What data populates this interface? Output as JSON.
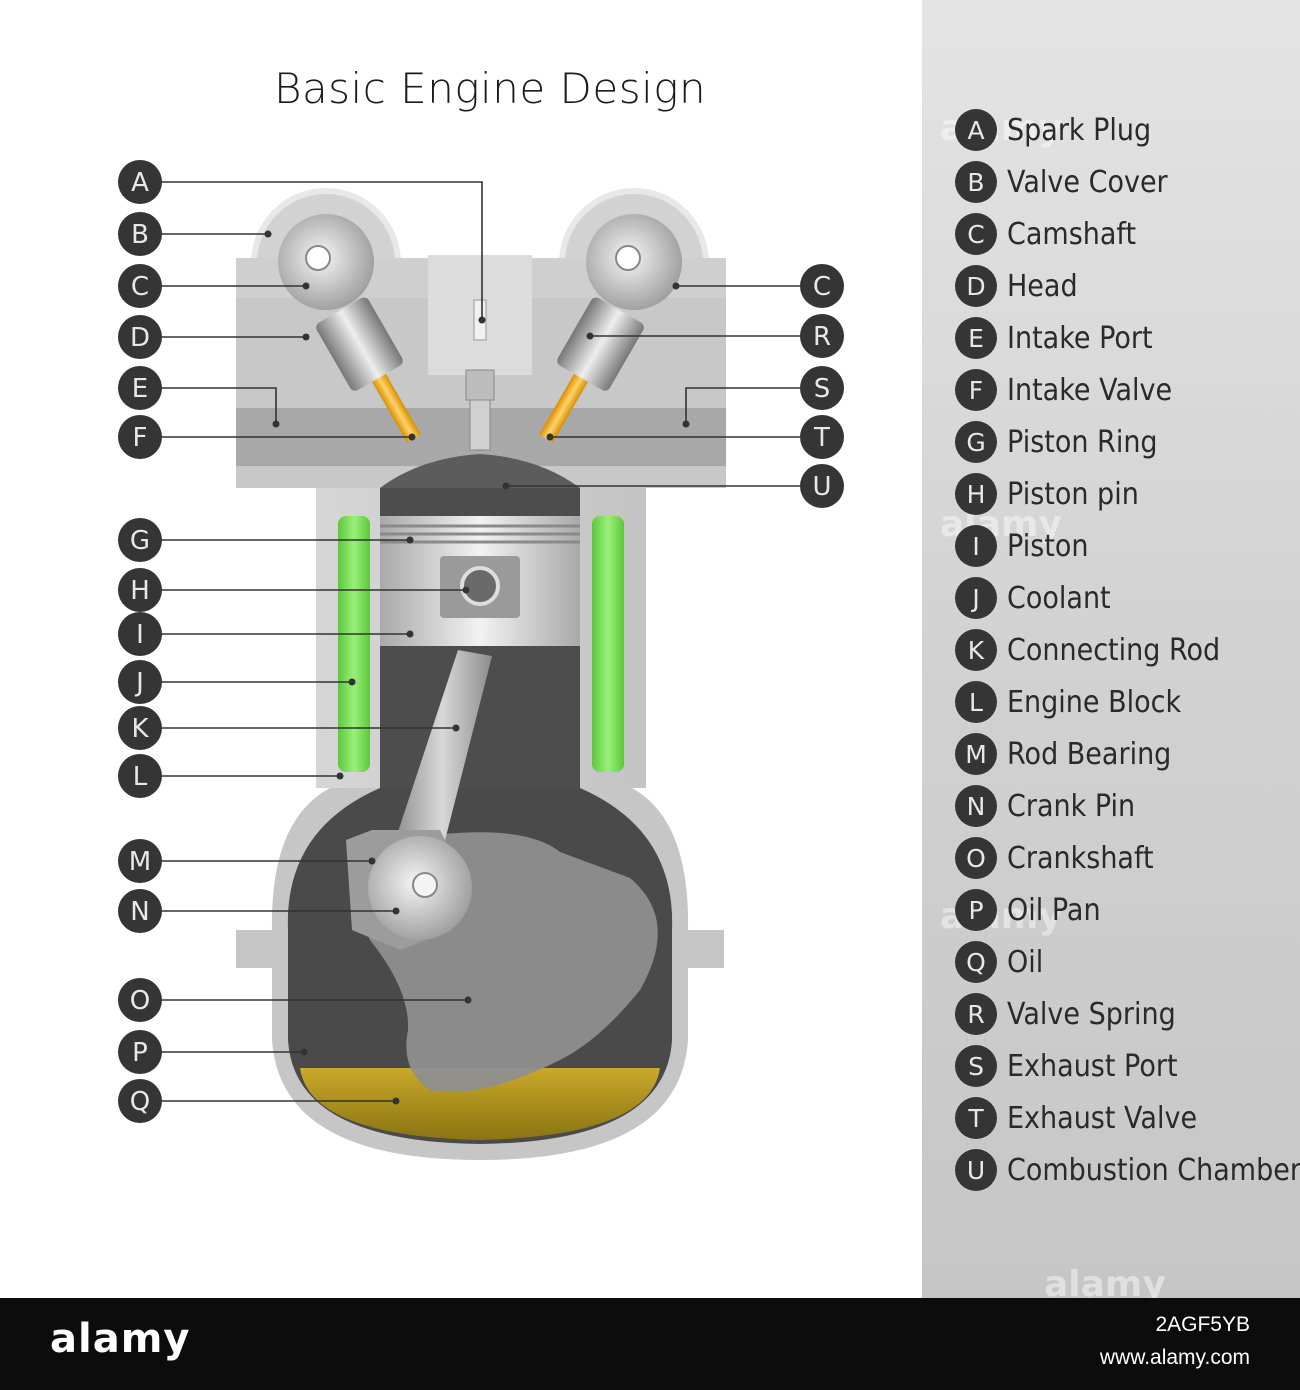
{
  "title": "Basic Engine Design",
  "legend": [
    {
      "letter": "A",
      "name": "Spark Plug"
    },
    {
      "letter": "B",
      "name": "Valve Cover"
    },
    {
      "letter": "C",
      "name": "Camshaft"
    },
    {
      "letter": "D",
      "name": "Head"
    },
    {
      "letter": "E",
      "name": "Intake Port"
    },
    {
      "letter": "F",
      "name": "Intake Valve"
    },
    {
      "letter": "G",
      "name": "Piston Ring"
    },
    {
      "letter": "H",
      "name": "Piston pin"
    },
    {
      "letter": "I",
      "name": "Piston"
    },
    {
      "letter": "J",
      "name": "Coolant"
    },
    {
      "letter": "K",
      "name": "Connecting Rod"
    },
    {
      "letter": "L",
      "name": "Engine Block"
    },
    {
      "letter": "M",
      "name": "Rod Bearing"
    },
    {
      "letter": "N",
      "name": "Crank Pin"
    },
    {
      "letter": "O",
      "name": "Crankshaft"
    },
    {
      "letter": "P",
      "name": "Oil Pan"
    },
    {
      "letter": "Q",
      "name": "Oil"
    },
    {
      "letter": "R",
      "name": "Valve Spring"
    },
    {
      "letter": "S",
      "name": "Exhaust Port"
    },
    {
      "letter": "T",
      "name": "Exhaust Valve"
    },
    {
      "letter": "U",
      "name": "Combustion Chamber"
    }
  ],
  "callouts_left": [
    "A",
    "B",
    "C",
    "D",
    "E",
    "F",
    "G",
    "H",
    "I",
    "J",
    "K",
    "L",
    "M",
    "N",
    "O",
    "P",
    "Q"
  ],
  "callouts_right": [
    "C",
    "R",
    "S",
    "T",
    "U"
  ],
  "footer": {
    "logo": "alamy",
    "image_id": "2AGF5YB",
    "site": "www.alamy.com"
  },
  "watermark": "alamy",
  "colors": {
    "badge": "#353535",
    "coolant": "#7ed957",
    "oil": "#b8a020",
    "block": "#c9c9c9",
    "chamber": "#4a4a4a"
  }
}
